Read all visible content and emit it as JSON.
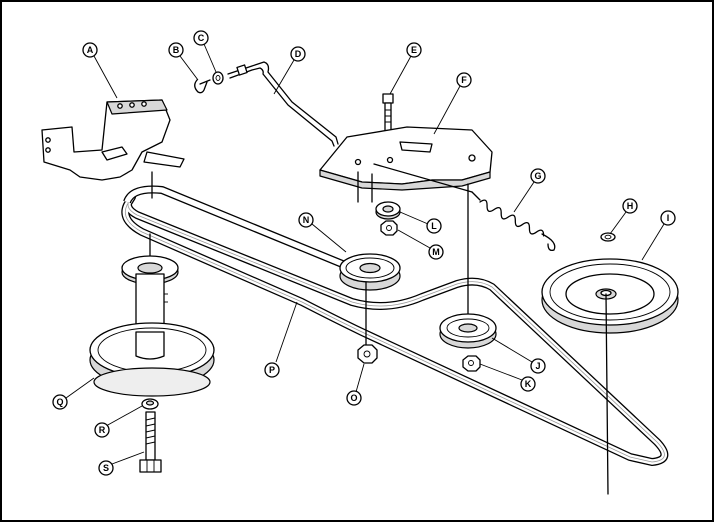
{
  "diagram": {
    "callouts": [
      {
        "id": "A",
        "label": "A"
      },
      {
        "id": "B",
        "label": "B"
      },
      {
        "id": "C",
        "label": "C"
      },
      {
        "id": "D",
        "label": "D"
      },
      {
        "id": "E",
        "label": "E"
      },
      {
        "id": "F",
        "label": "F"
      },
      {
        "id": "G",
        "label": "G"
      },
      {
        "id": "H",
        "label": "H"
      },
      {
        "id": "I",
        "label": "I"
      },
      {
        "id": "J",
        "label": "J"
      },
      {
        "id": "K",
        "label": "K"
      },
      {
        "id": "L",
        "label": "L"
      },
      {
        "id": "M",
        "label": "M"
      },
      {
        "id": "N",
        "label": "N"
      },
      {
        "id": "O",
        "label": "O"
      },
      {
        "id": "P",
        "label": "P"
      },
      {
        "id": "Q",
        "label": "Q"
      },
      {
        "id": "R",
        "label": "R"
      },
      {
        "id": "S",
        "label": "S"
      }
    ]
  }
}
